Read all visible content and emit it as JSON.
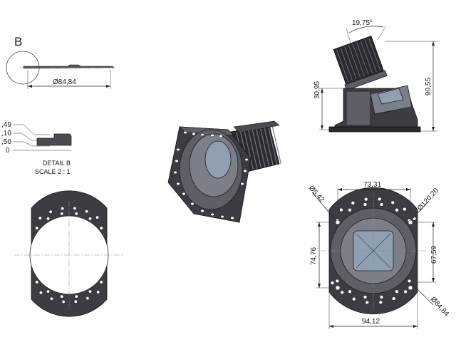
{
  "detail_marker": "B",
  "detail_view": {
    "title": "DETAIL B",
    "scale": "SCALE 2 : 1",
    "levels": [
      ",49",
      ",10",
      ",50",
      "0"
    ]
  },
  "dimensions": {
    "detail_width": "Ø84,84",
    "tilt_angle": "19,75°",
    "side_height_small": "30,95",
    "side_height_total": "90,55",
    "hole_spacing": "73,31",
    "hole_diameter": "Ø5,42",
    "bolt_circle": "Ø120,20",
    "front_height": "74,76",
    "front_inner_height": "67,59",
    "front_width": "94,12",
    "cutout_diameter": "Ø84,84"
  }
}
